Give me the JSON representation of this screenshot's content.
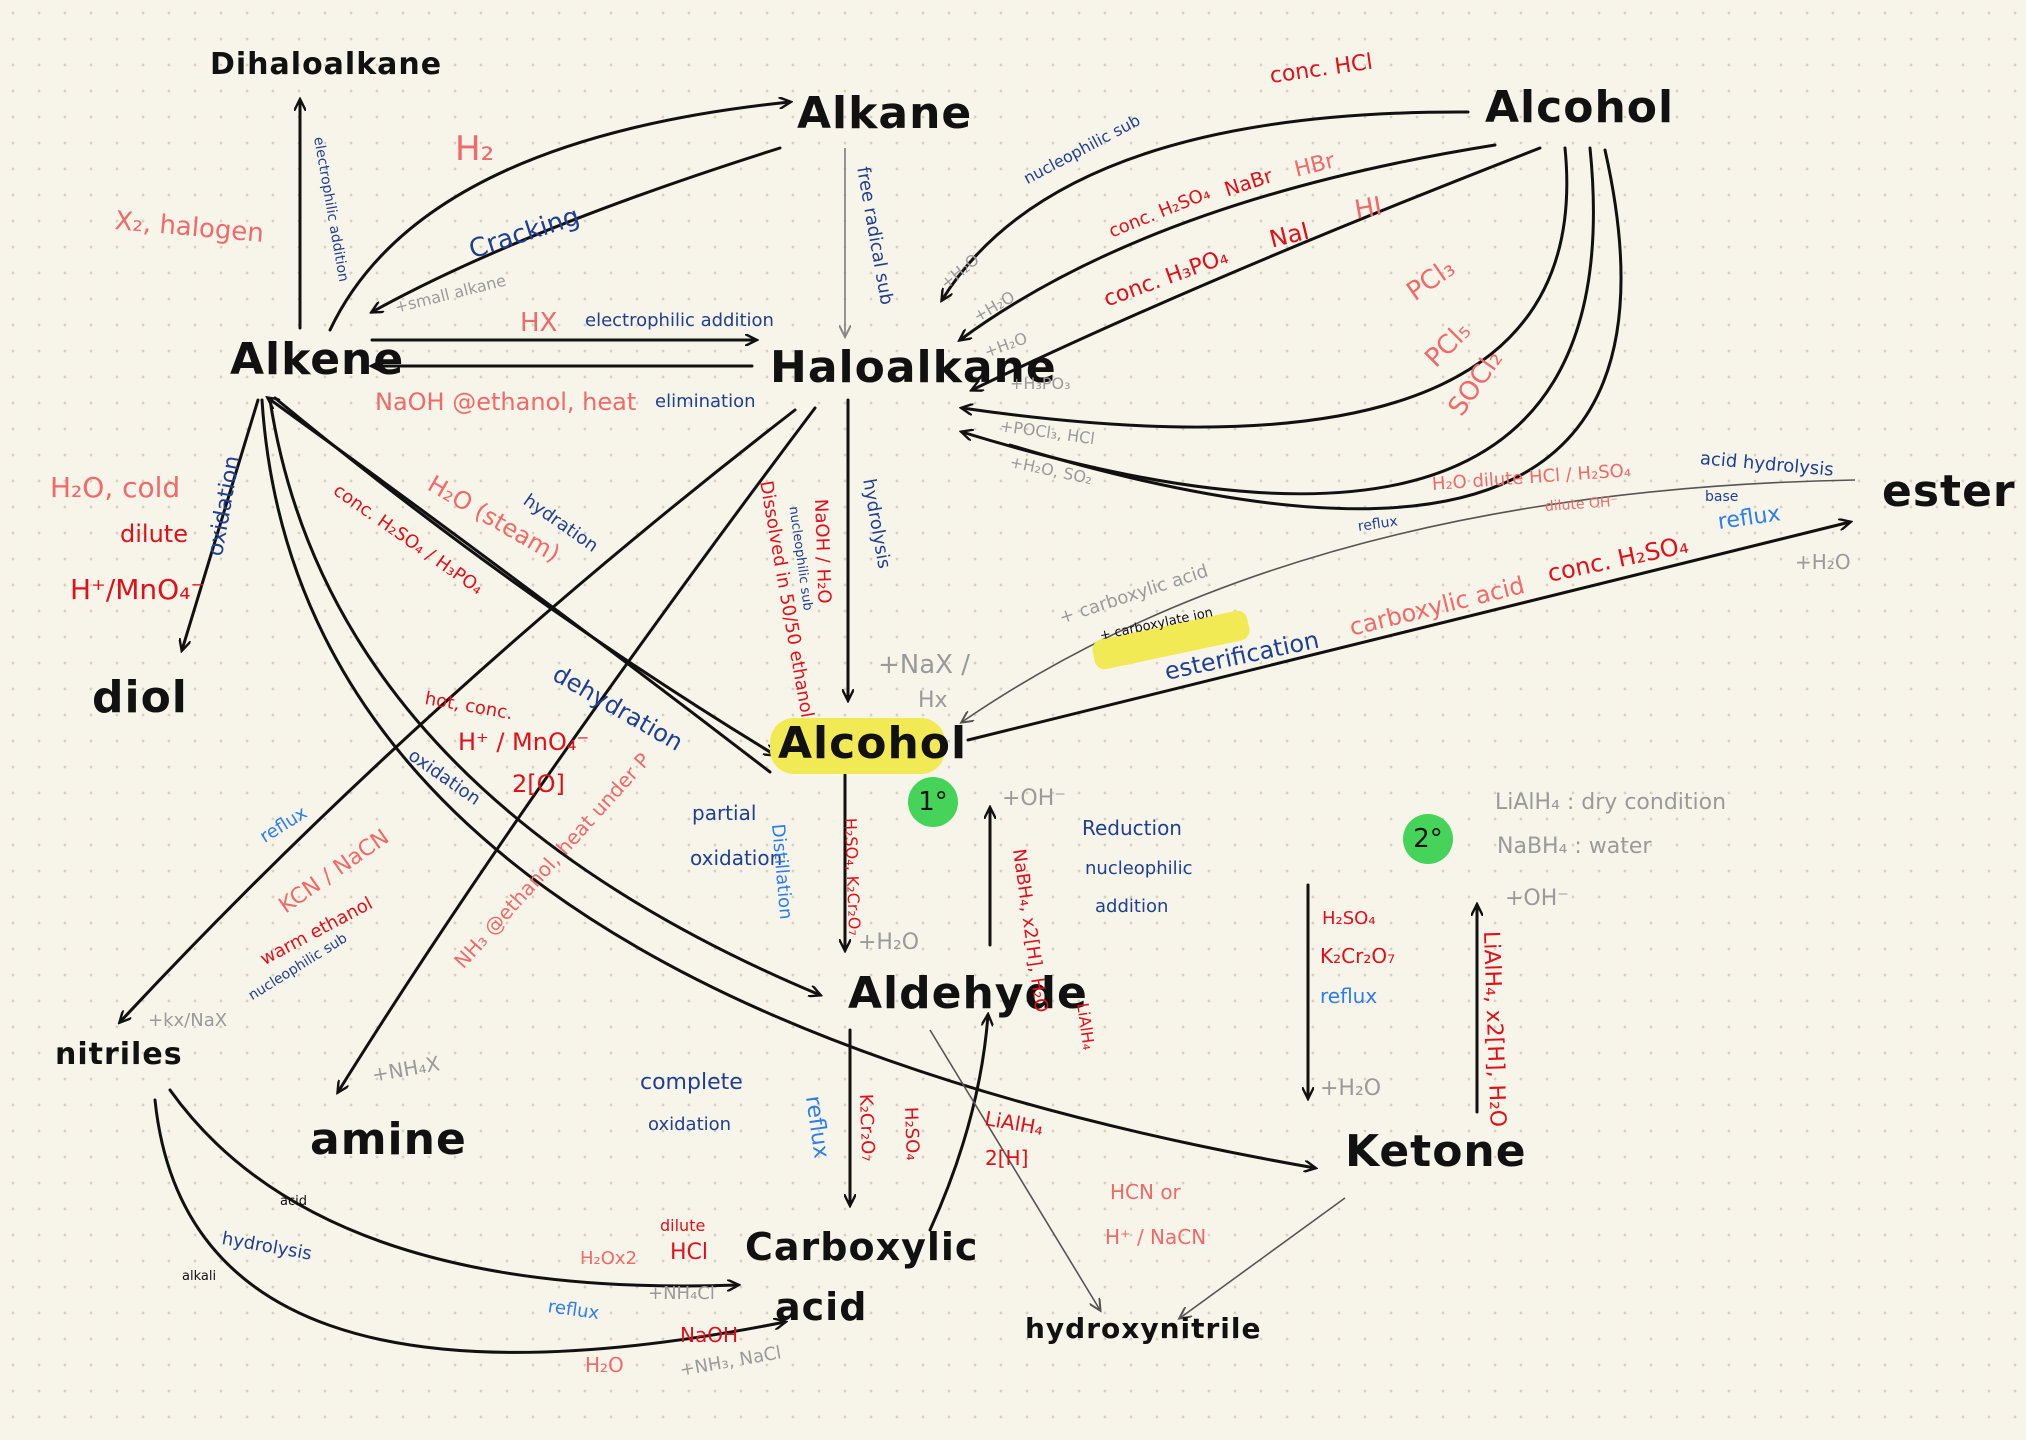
{
  "nodes": {
    "dihaloalkane": "Dihaloalkane",
    "alkane": "Alkane",
    "alcohol_top": "Alcohol",
    "alkene": "Alkene",
    "haloalkane": "Haloalkane",
    "ester": "ester",
    "diol": "diol",
    "alcohol_center": "Alcohol",
    "aldehyde": "Aldehyde",
    "ketone": "Ketone",
    "nitriles": "nitriles",
    "amine": "amine",
    "carboxylic_acid_1": "Carboxylic",
    "carboxylic_acid_2": "acid",
    "hydroxynitrile": "hydroxynitrile"
  },
  "badges": {
    "primary": "1°",
    "secondary": "2°"
  },
  "labels": {
    "x2_halogen": "X₂, halogen",
    "electrophilic_addition_v": "electrophilic addition",
    "h2": "H₂",
    "cracking": "Cracking",
    "small_alkane": "+small alkane",
    "free_radical_sub": "free radical sub",
    "hx": "HX",
    "electrophilic_addition_h": "electrophilic addition",
    "naoh_ethanol": "NaOH @ethanol, heat",
    "elimination": "elimination",
    "conc_hcl": "conc. HCl",
    "nucleophilic_sub_top": "nucleophilic sub",
    "conc_h2so4": "conc. H₂SO₄",
    "nabr": "NaBr",
    "hbr": "HBr",
    "conc_h3po4": "conc. H₃PO₄",
    "nai": "NaI",
    "hi": "HI",
    "pcl3": "PCl₃",
    "pcl5": "PCl₅",
    "socl2": "SOCl₂",
    "p_h2o_1": "+H₂O",
    "p_h2o_2": "+H₂O",
    "p_h2o_3": "+H₂O",
    "p_h3po3": "+H₃PO₃",
    "p_pocl3": "+POCl₃, HCl",
    "p_so2": "+H₂O, SO₂",
    "h2o_cold": "H₂O, cold",
    "dilute": "dilute",
    "h_mno4": "H⁺/MnO₄⁻",
    "oxidation_left": "oxidation",
    "conc_h2so4_h3po4": "conc. H₂SO₄ / H₃PO₄",
    "h2o_steam": "H₂O (steam)",
    "hydration": "hydration",
    "dissolved": "Dissolved in 50/50 ethanol",
    "naoh_h2o": "NaOH / H₂O",
    "nucleophilic_sub_mid": "nucleophilic sub",
    "hydrolysis": "hydrolysis",
    "nax_hx": "+NaX /",
    "hx2": "Hx",
    "acid_hydrolysis": "acid hydrolysis",
    "h2o_dilute_hcl": "H₂O dilute HCl / H₂SO₄",
    "reflux_ester1": "reflux",
    "dilute_oh": "dilute OH⁻",
    "base": "base",
    "reflux_ester2": "reflux",
    "carboxylic_acid_plus": "+ carboxylic acid",
    "carboxylate_ion": "+ carboxylate ion",
    "esterification": "esterification",
    "carboxylic_acid_red": "carboxylic acid",
    "conc_h2so4_ester": "conc. H₂SO₄",
    "h2o_ester": "+H₂O",
    "dehydration": "dehydration",
    "hot_conc": "hot, conc.",
    "h_mno4_2": "H⁺ / MnO₄⁻",
    "two_o": "2[O]",
    "oxidation_mid": "oxidation",
    "nh3_ethanol": "NH₃ @ethanol, heat under P",
    "reflux_left": "reflux",
    "kcn_nacn": "KCN / NaCN",
    "warm_ethanol": "warm ethanol",
    "nucleophilic_sub_left": "nucleophilic sub",
    "kx_nax": "+kx/NaX",
    "nh4x": "+NH₄X",
    "partial": "partial",
    "oxidation_partial": "oxidation",
    "distillation": "Distillation",
    "h2so4_k2cr2o7": "H₂SO₄, K₂Cr₂O₇",
    "h2o_ald": "+H₂O",
    "oh_ald": "+OH⁻",
    "nabh4": "NaBH₄, x2[H], H₂O",
    "lialh4_v": "LiAlH₄",
    "reduction": "Reduction",
    "nucleophilic": "nucleophilic",
    "addition": "addition",
    "lialh4_dry": "LiAlH₄ : dry condition",
    "nabh4_water": "NaBH₄ : water",
    "oh_ket": "+OH⁻",
    "h2so4_ket": "H₂SO₄",
    "k2cr2o7_ket": "K₂Cr₂O₇",
    "reflux_ket": "reflux",
    "h2o_ket": "+H₂O",
    "lialh4_ket": "LiAlH₄, x2[H], H₂O",
    "complete": "complete",
    "oxidation_complete": "oxidation",
    "reflux_carb": "reflux",
    "k2cr2o7_carb": "K₂Cr₂O₇",
    "h2so4_carb": "H₂SO₄",
    "lialh4_carb": "LiAlH₄",
    "two_h": "2[H]",
    "hcn_or": "HCN or",
    "h_nacn": "H⁺ / NaCN",
    "acid_small": "acid",
    "hydrolysis_small": "hydrolysis",
    "alkali": "alkali",
    "h2ox2": "H₂Ox2",
    "dilute_small": "dilute",
    "hcl_small": "HCl",
    "reflux_bottom": "reflux",
    "nh4cl": "+NH₄Cl",
    "h2o_bottom": "H₂O",
    "naoh_bottom": "NaOH",
    "nh3_nacl": "+NH₃, NaCl"
  },
  "colors": {
    "background": "#f7f4e9",
    "red": "#e0101a",
    "pink": "#f06a6a",
    "navy": "#1f3f8f",
    "light_blue": "#2e7de8",
    "gray": "#9a9a9a",
    "highlight": "#f2ea55",
    "badge_green": "#45d35a"
  }
}
